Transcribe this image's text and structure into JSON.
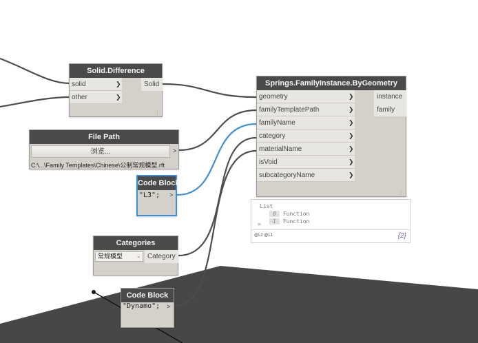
{
  "colors": {
    "node_title_bg": "#4a4a4a",
    "node_body": "#d4d1cb",
    "wire_default": "#4d4d4d",
    "wire_selected": "#3d8fd6",
    "ground_plane": "#474747",
    "selection_border": "#3d8fd6",
    "preview_count": "#7a5aa3"
  },
  "nodes": {
    "solid_difference": {
      "title": "Solid.Difference",
      "inputs": [
        "solid",
        "other"
      ],
      "output": "Solid"
    },
    "file_path": {
      "title": "File Path",
      "browse_label": "浏览...",
      "output_arrow": ">",
      "path": "C:\\...\\Family Templates\\Chinese\\公制常规模型.rft"
    },
    "code_block_1": {
      "title": "Code Block",
      "code": "\"L3\";",
      "output_arrow": ">"
    },
    "springs": {
      "title": "Springs.FamilyInstance.ByGeometry",
      "inputs": [
        "geometry",
        "familyTemplatePath",
        "familyName",
        "category",
        "materialName",
        "isVoid",
        "subcategoryName"
      ],
      "outputs": [
        "instance",
        "family"
      ]
    },
    "categories": {
      "title": "Categories",
      "selected": "常规模型",
      "output": "Category"
    },
    "code_block_2": {
      "title": "Code Block",
      "code": "\"Dynamo\";",
      "output_arrow": ">"
    }
  },
  "preview": {
    "header": "List",
    "items": [
      {
        "index": "0",
        "value": "Function"
      },
      {
        "index": "1",
        "value": "Function"
      }
    ],
    "levels": "@L2 @L1",
    "count": "{2}"
  }
}
